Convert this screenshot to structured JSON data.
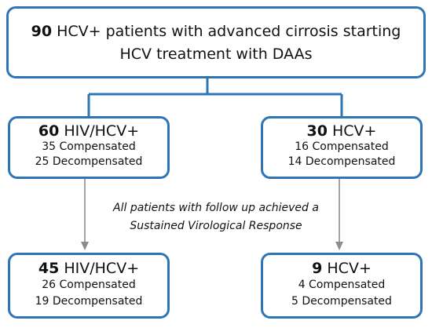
{
  "top": {
    "count": "90",
    "line1": "HCV+ patients with advanced cirrosis starting",
    "line2": "HCV treatment with DAAs"
  },
  "middle_left": {
    "count": "60",
    "label": "HIV/HCV+",
    "line1": "35 Compensated",
    "line2": "25 Decompensated"
  },
  "middle_right": {
    "count": "30",
    "label": "HCV+",
    "line1": "16 Compensated",
    "line2": "14 Decompensated"
  },
  "note": {
    "line1": "All patients with follow up achieved a",
    "line2": "Sustained Virological Response"
  },
  "bottom_left": {
    "count": "45",
    "label": "HIV/HCV+",
    "line1": "26 Compensated",
    "line2": "19 Decompensated"
  },
  "bottom_right": {
    "count": "9",
    "label": "HCV+",
    "line1": "4 Compensated",
    "line2": "5 Decompensated"
  },
  "colors": {
    "box_border": "#2e75b6",
    "connector": "#2e75b6",
    "arrow": "#8c8c8c"
  }
}
